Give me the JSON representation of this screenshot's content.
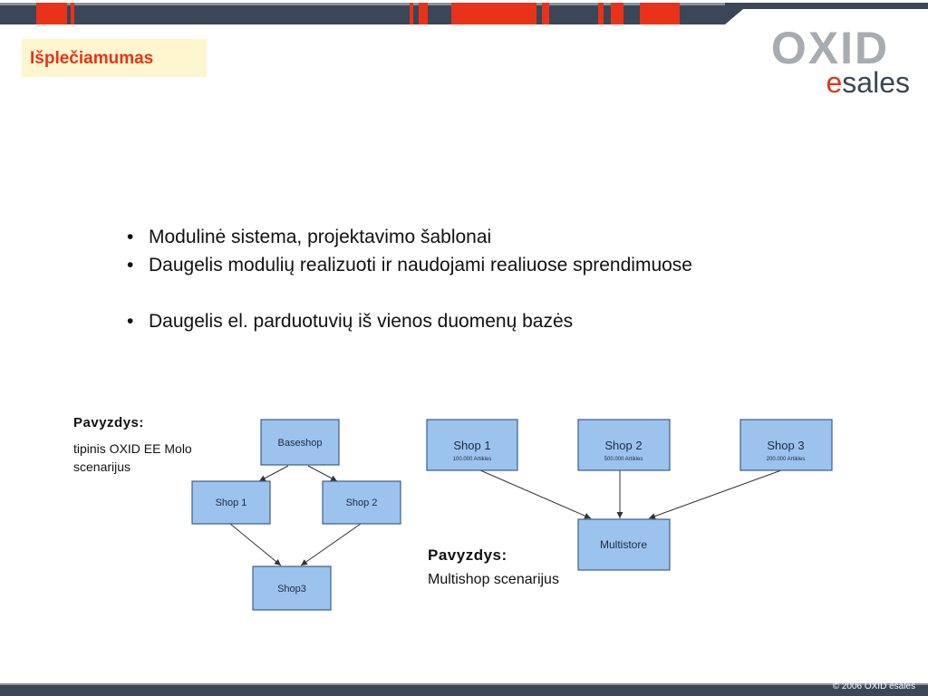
{
  "slide_title": "Išplečiamumas",
  "logo": {
    "line1": "OXID",
    "line2_accent": "e",
    "line2_rest": "sales"
  },
  "bullets": [
    "Modulinė sistema, projektavimo šablonai",
    "Daugelis modulių realizuoti ir naudojami realiuose sprendimuose",
    "Daugelis el. parduotuvių iš vienos duomenų bazės"
  ],
  "bullet_symbol": "•",
  "example_left": {
    "label": "Pavyzdys:",
    "desc_line1": "tipinis OXID EE Molo",
    "desc_line2": "scenarijus"
  },
  "example_right": {
    "label": "Pavyzdys:",
    "desc": "Multishop scenarijus"
  },
  "left_diagram": {
    "baseshop": "Baseshop",
    "shop1": "Shop 1",
    "shop2": "Shop 2",
    "shop3": "Shop3"
  },
  "right_diagram": {
    "shop1": {
      "name": "Shop 1",
      "sub": "100.000 Artikles"
    },
    "shop2": {
      "name": "Shop 2",
      "sub": "500.000 Artikles"
    },
    "shop3": {
      "name": "Shop 3",
      "sub": "200.000 Artikles"
    },
    "multistore": "Multistore"
  },
  "footer": "© 2006 OXID esales",
  "colors": {
    "accent": "#e8331a",
    "dark_bar": "#3b4656",
    "node_fill": "#9cc3ee",
    "node_stroke": "#3d5f8a"
  }
}
